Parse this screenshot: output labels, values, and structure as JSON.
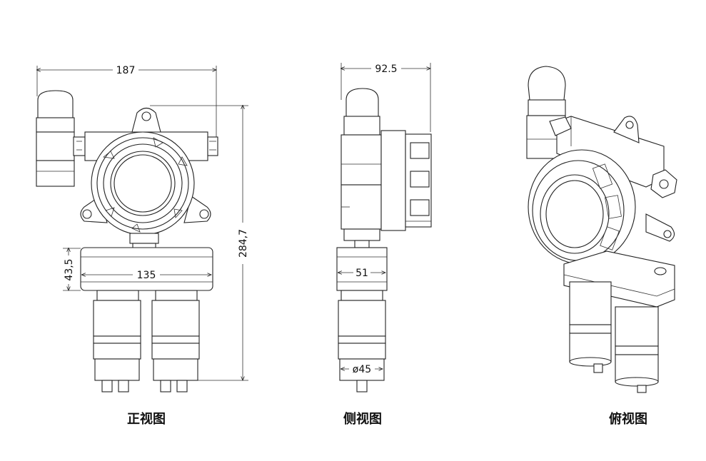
{
  "views": {
    "front": {
      "caption": "正视图",
      "dim_width": "187",
      "dim_height": "284,7",
      "dim_box_height": "43,5",
      "dim_box_width": "135"
    },
    "side": {
      "caption": "侧视图",
      "dim_width": "92.5",
      "dim_box_width": "51",
      "dim_diameter": "ø45"
    },
    "iso": {
      "caption": "俯视图"
    }
  }
}
